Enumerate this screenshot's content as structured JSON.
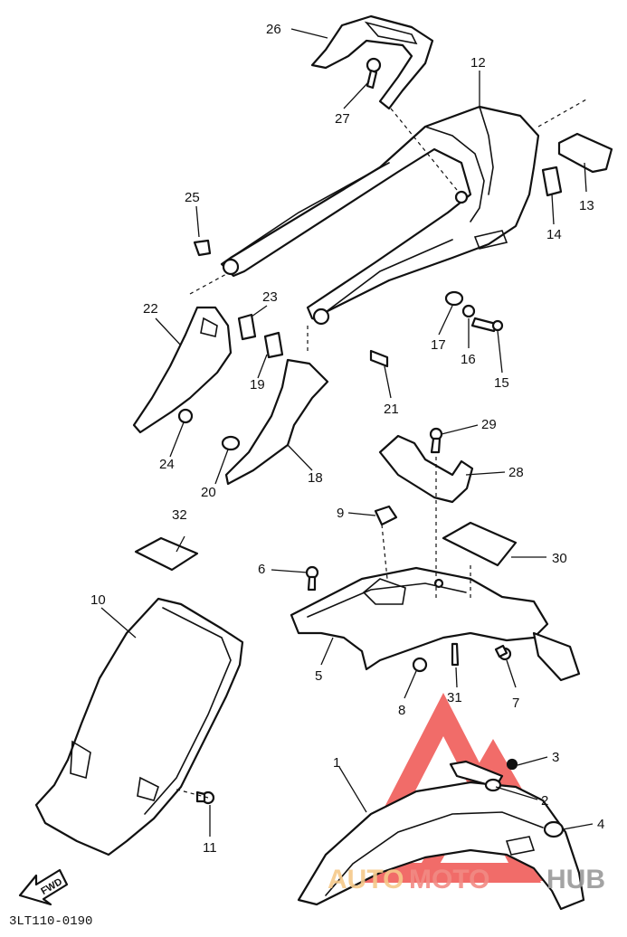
{
  "diagram": {
    "code": "3LT110-0190",
    "forward_marker": "FWD",
    "callouts": [
      "1",
      "2",
      "3",
      "4",
      "5",
      "6",
      "7",
      "8",
      "9",
      "10",
      "11",
      "12",
      "13",
      "14",
      "15",
      "16",
      "17",
      "18",
      "19",
      "20",
      "21",
      "22",
      "23",
      "24",
      "25",
      "26",
      "27",
      "28",
      "29",
      "30",
      "31",
      "32"
    ]
  },
  "watermark": {
    "part1": "AUTO",
    "part2": "MOTO",
    "part3": "HUB",
    "colors": {
      "auto": "#f6c98a",
      "moto": "#f28b84",
      "hub": "#9a9a9a",
      "logo": "#ef5350"
    }
  }
}
